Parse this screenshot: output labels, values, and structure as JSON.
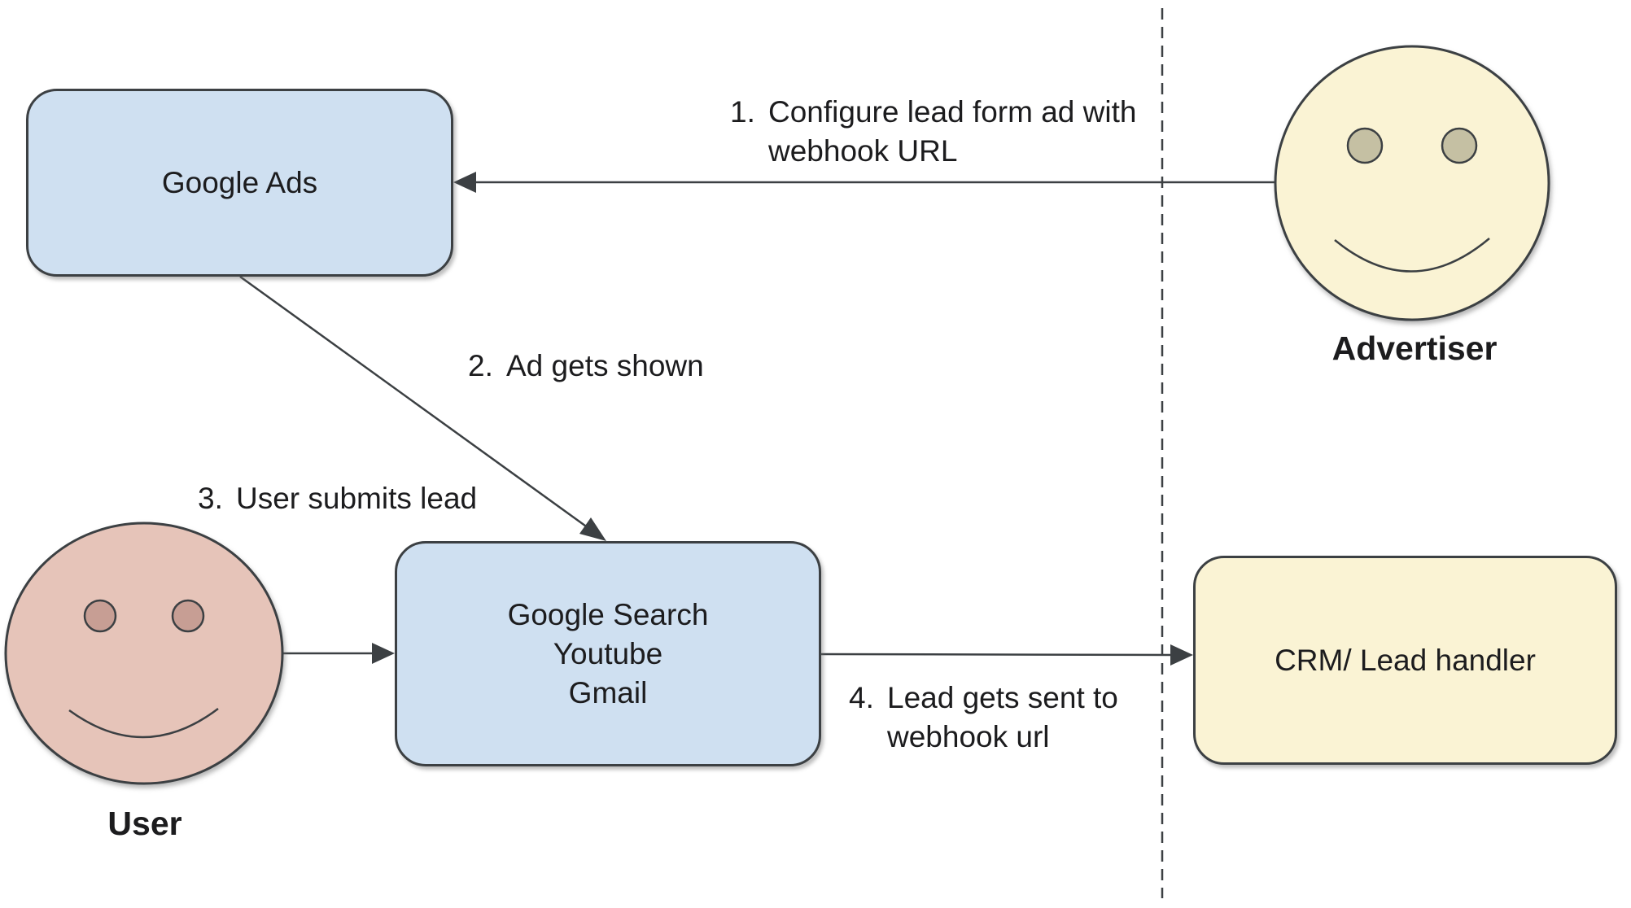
{
  "nodes": {
    "google_ads": {
      "label": "Google Ads"
    },
    "google_surfaces": {
      "lines": [
        "Google Search",
        "Youtube",
        "Gmail"
      ]
    },
    "crm": {
      "label": "CRM/ Lead handler"
    }
  },
  "actors": {
    "advertiser": {
      "label": "Advertiser"
    },
    "user": {
      "label": "User"
    }
  },
  "steps": [
    {
      "number": "1.",
      "lines": [
        "Configure lead form ad with",
        "webhook URL"
      ]
    },
    {
      "number": "2.",
      "lines": [
        "Ad gets shown"
      ]
    },
    {
      "number": "3.",
      "lines": [
        "User submits lead"
      ]
    },
    {
      "number": "4.",
      "lines": [
        "Lead gets sent to",
        "webhook url"
      ]
    }
  ],
  "colors": {
    "node_blue": "#CFE0F1",
    "node_yellow": "#FAF3D4",
    "advertiser_skin": "#FAF3D4",
    "advertiser_eye": "#C5C0A3",
    "user_skin": "#E6C4B9",
    "user_eye": "#C79E94",
    "stroke": "#3C4043",
    "text": "#1C1C1E"
  }
}
